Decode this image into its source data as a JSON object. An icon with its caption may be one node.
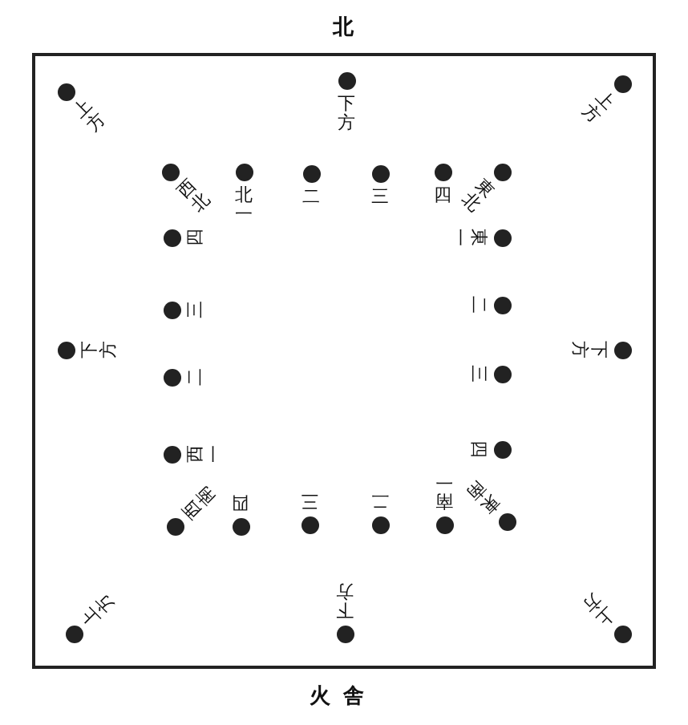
{
  "diagram": {
    "nodes": [
      {
        "text": [],
        "shape": "circle",
        "beside": [
          "上方"
        ]
      },
      {
        "text": [],
        "shape": "circle",
        "beside": [
          "下方"
        ]
      },
      {
        "text": [],
        "shape": "circle",
        "beside": [
          "上方"
        ]
      },
      {
        "text": [],
        "shape": "circle",
        "beside": [
          "西北"
        ]
      },
      {
        "text": [],
        "shape": "circle",
        "beside": [
          "北一"
        ]
      },
      {
        "text": [],
        "shape": "circle",
        "beside": [
          "二"
        ]
      },
      {
        "text": [],
        "shape": "circle",
        "beside": [
          "三"
        ]
      },
      {
        "text": [],
        "shape": "circle",
        "beside": [
          "四"
        ]
      },
      {
        "text": [],
        "shape": "circle",
        "beside": [
          "東北"
        ]
      },
      {
        "text": [],
        "shape": "circle",
        "beside": [
          "四"
        ]
      },
      {
        "text": [],
        "shape": "circle",
        "beside": [
          "東一"
        ]
      },
      {
        "text": [],
        "shape": "circle",
        "beside": [
          "三"
        ]
      },
      {
        "text": [],
        "shape": "circle",
        "beside": [
          "二"
        ]
      },
      {
        "text": [],
        "shape": "circle",
        "beside": [
          "下方"
        ]
      },
      {
        "text": [],
        "shape": "circle",
        "beside": [
          "下方"
        ]
      },
      {
        "text": [],
        "shape": "circle",
        "beside": [
          "二"
        ]
      },
      {
        "text": [],
        "shape": "circle",
        "beside": [
          "三"
        ]
      },
      {
        "text": [],
        "shape": "circle",
        "beside": [
          "西一"
        ]
      },
      {
        "text": [],
        "shape": "circle",
        "beside": [
          "四"
        ]
      },
      {
        "text": [],
        "shape": "circle",
        "beside": [
          "西南"
        ]
      },
      {
        "text": [],
        "shape": "circle",
        "beside": [
          "四"
        ]
      },
      {
        "text": [],
        "shape": "circle",
        "beside": [
          "三"
        ]
      },
      {
        "text": [],
        "shape": "circle",
        "beside": [
          "二"
        ]
      },
      {
        "text": [],
        "shape": "circle",
        "beside": [
          "南一"
        ]
      },
      {
        "text": [],
        "shape": "circle",
        "beside": [
          "東南"
        ]
      },
      {
        "text": [],
        "shape": "circle",
        "beside": [
          "上方"
        ]
      },
      {
        "text": [],
        "shape": "circle",
        "beside": [
          "下方"
        ]
      },
      {
        "text": [],
        "shape": "circle",
        "beside": [
          "上方"
        ]
      }
    ],
    "labels": [
      "北",
      "火舎"
    ]
  }
}
